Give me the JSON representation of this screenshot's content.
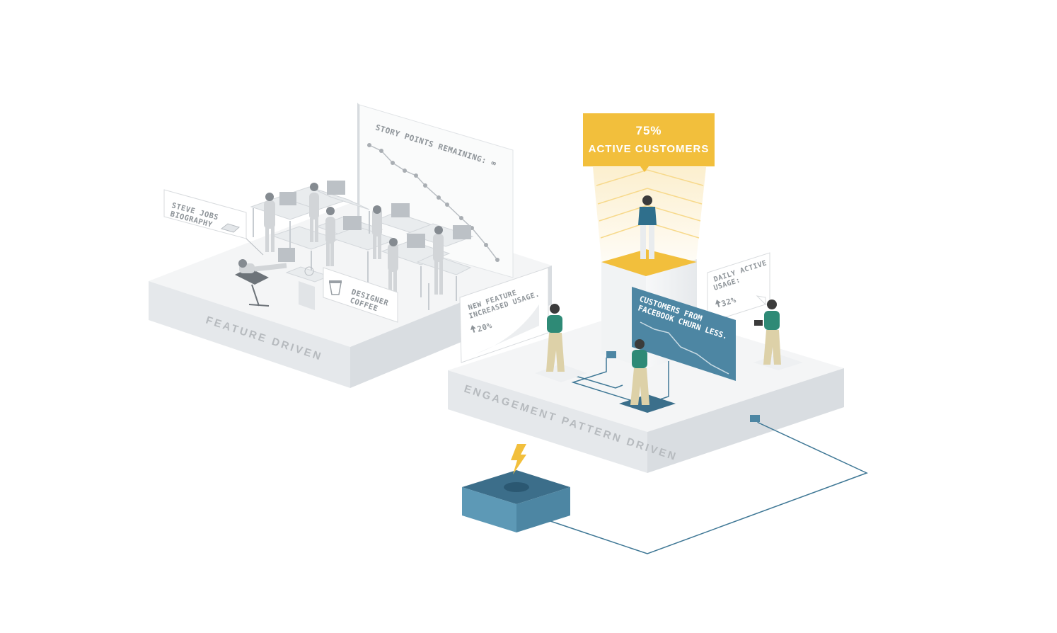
{
  "platforms": {
    "left_label": "FEATURE DRIVEN",
    "right_label": "ENGAGEMENT PATTERN DRIVEN"
  },
  "chalkboard": {
    "title": "STORY POINTS REMAINING: ∞"
  },
  "notes": {
    "book_line1": "STEVE JOBS",
    "book_line2": "BIOGRAPHY",
    "coffee_line1": "DESIGNER",
    "coffee_line2": "COFFEE",
    "feature_line1": "NEW FEATURE",
    "feature_line2": "INCREASED USAGE.",
    "feature_stat": "20%",
    "dau_line1": "DAILY ACTIVE",
    "dau_line2": "USAGE:",
    "dau_stat": "32%"
  },
  "banner": {
    "percent": "75%",
    "label": "ACTIVE CUSTOMERS"
  },
  "screen": {
    "line1": "CUSTOMERS FROM",
    "line2": "FACEBOOK CHURN LESS."
  },
  "icons": {
    "power": "lightning-bolt-icon",
    "up_arrow": "arrow-up-icon"
  },
  "colors": {
    "accent_yellow": "#f2bf3c",
    "teal_screen": "#4d86a3",
    "figure_green": "#2e8a76",
    "platform_top": "#f4f5f6",
    "platform_side": "#e3e6e9"
  }
}
